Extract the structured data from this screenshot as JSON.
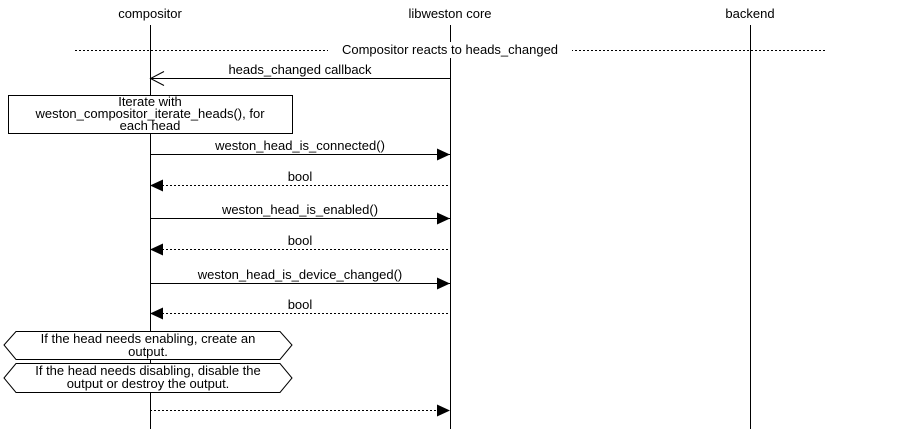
{
  "entities": [
    {
      "label": "compositor"
    },
    {
      "label": "libweston core"
    },
    {
      "label": "backend"
    }
  ],
  "divider": {
    "label": "Compositor reacts to heads_changed"
  },
  "messages": [
    {
      "label": "heads_changed callback",
      "from": "libweston core",
      "to": "compositor",
      "line": "solid",
      "head": "open"
    },
    {
      "label": "weston_head_is_connected()",
      "from": "compositor",
      "to": "libweston core",
      "line": "solid",
      "head": "filled"
    },
    {
      "label": "bool",
      "from": "libweston core",
      "to": "compositor",
      "line": "dotted",
      "head": "filled"
    },
    {
      "label": "weston_head_is_enabled()",
      "from": "compositor",
      "to": "libweston core",
      "line": "solid",
      "head": "filled"
    },
    {
      "label": "bool",
      "from": "libweston core",
      "to": "compositor",
      "line": "dotted",
      "head": "filled"
    },
    {
      "label": "weston_head_is_device_changed()",
      "from": "compositor",
      "to": "libweston core",
      "line": "solid",
      "head": "filled"
    },
    {
      "label": "bool",
      "from": "libweston core",
      "to": "compositor",
      "line": "dotted",
      "head": "filled"
    },
    {
      "label": "",
      "from": "compositor",
      "to": "libweston core",
      "line": "dotted",
      "head": "filled"
    }
  ],
  "note": {
    "lines": [
      "Iterate with",
      "weston_compositor_iterate_heads(), for",
      "each head"
    ]
  },
  "conditions": [
    {
      "lines": [
        "If the head needs enabling, create an",
        "output."
      ]
    },
    {
      "lines": [
        "If the head needs disabling, disable the",
        "output or destroy the output."
      ]
    }
  ],
  "colors": {
    "foreground": "#000000",
    "background": "#ffffff"
  }
}
